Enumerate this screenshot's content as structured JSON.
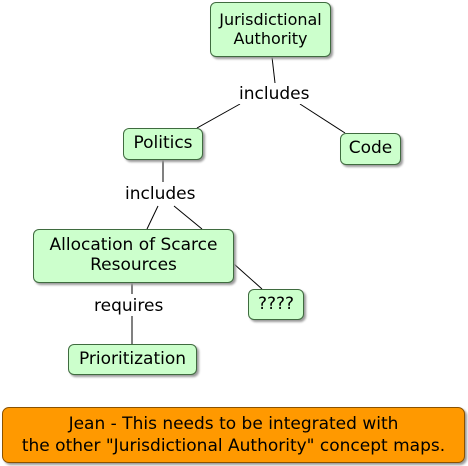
{
  "concept_map": {
    "nodes": {
      "jurisdictional_authority": "Jurisdictional\nAuthority",
      "politics": "Politics",
      "code": "Code",
      "allocation": "Allocation of Scarce\nResources",
      "unknown": "????",
      "prioritization": "Prioritization"
    },
    "link_labels": {
      "includes_top": "includes",
      "includes_mid": "includes",
      "requires": "requires"
    },
    "relations": [
      {
        "from": "Jurisdictional Authority",
        "label": "includes",
        "to": [
          "Politics",
          "Code"
        ]
      },
      {
        "from": "Politics",
        "label": "includes",
        "to": [
          "Allocation of Scarce Resources"
        ]
      },
      {
        "from": "Allocation of Scarce Resources",
        "label": "requires",
        "to": [
          "Prioritization"
        ]
      },
      {
        "from": "Allocation of Scarce Resources",
        "label": "",
        "to": [
          "????"
        ]
      }
    ]
  },
  "note": {
    "text": "Jean - This needs to be integrated with\nthe other \"Jurisdictional Authority\" concept maps."
  },
  "colors": {
    "node_fill": "#ccffcc",
    "node_border": "#3f6b3f",
    "note_fill": "#ff9900",
    "line": "#000000"
  }
}
